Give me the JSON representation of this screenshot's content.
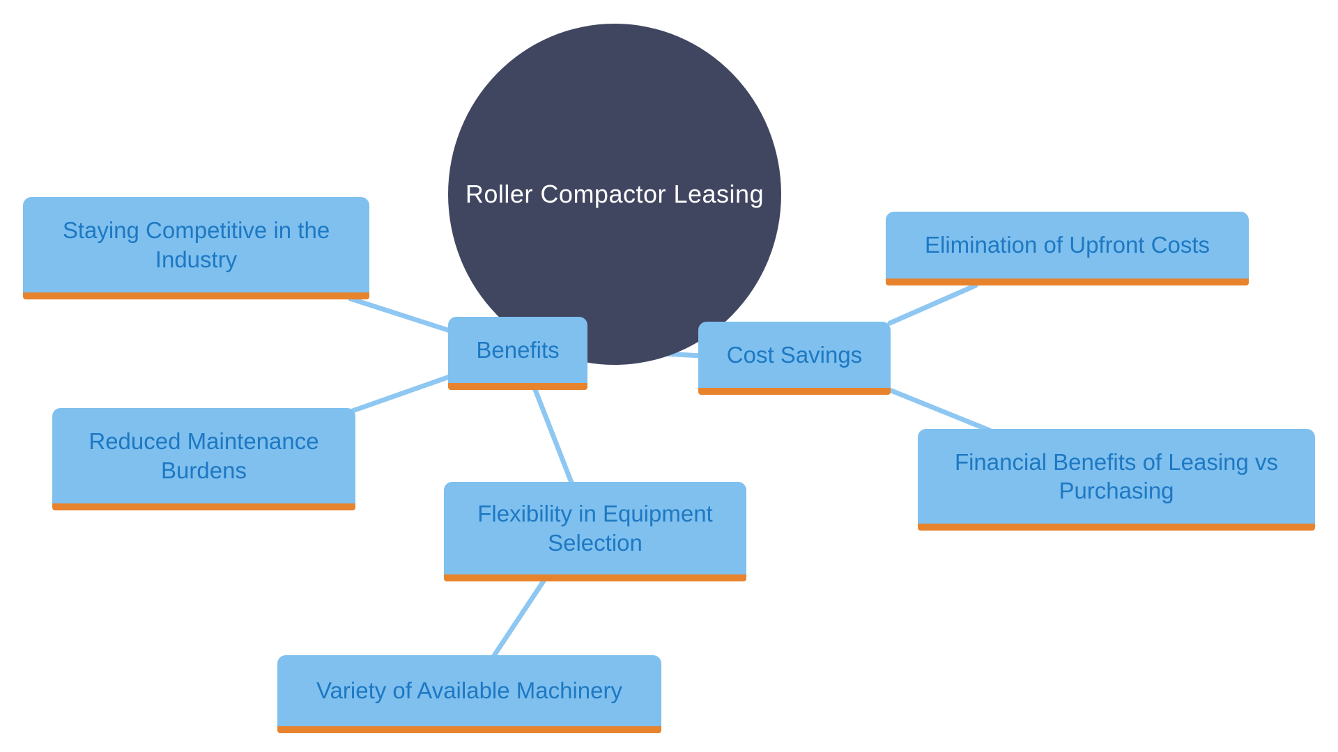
{
  "theme": {
    "background": "#ffffff",
    "node_fill": "#7fc0ef",
    "node_text": "#1e78c2",
    "node_underline": "#e8832d",
    "edge_color": "#8ec7f2",
    "root_fill": "#414660",
    "root_text": "#ffffff"
  },
  "diagram": {
    "type": "mindmap",
    "root": {
      "id": "root",
      "label": "Roller Compactor Leasing"
    },
    "nodes": [
      {
        "id": "benefits",
        "label": "Benefits"
      },
      {
        "id": "cost-savings",
        "label": "Cost Savings"
      },
      {
        "id": "staying-competitive",
        "label": "Staying Competitive in the Industry"
      },
      {
        "id": "reduced-maintenance",
        "label": "Reduced Maintenance Burdens"
      },
      {
        "id": "flexibility",
        "label": "Flexibility in Equipment Selection"
      },
      {
        "id": "variety",
        "label": "Variety of Available Machinery"
      },
      {
        "id": "elimination-upfront",
        "label": "Elimination of Upfront Costs"
      },
      {
        "id": "financial-benefits",
        "label": "Financial Benefits of Leasing vs Purchasing"
      }
    ],
    "edges": [
      {
        "from": "staying-competitive",
        "to": "benefits"
      },
      {
        "from": "benefits",
        "to": "reduced-maintenance"
      },
      {
        "from": "benefits",
        "to": "flexibility"
      },
      {
        "from": "flexibility",
        "to": "variety"
      },
      {
        "from": "root",
        "to": "cost-savings"
      },
      {
        "from": "cost-savings",
        "to": "elimination-upfront"
      },
      {
        "from": "cost-savings",
        "to": "financial-benefits"
      }
    ]
  }
}
